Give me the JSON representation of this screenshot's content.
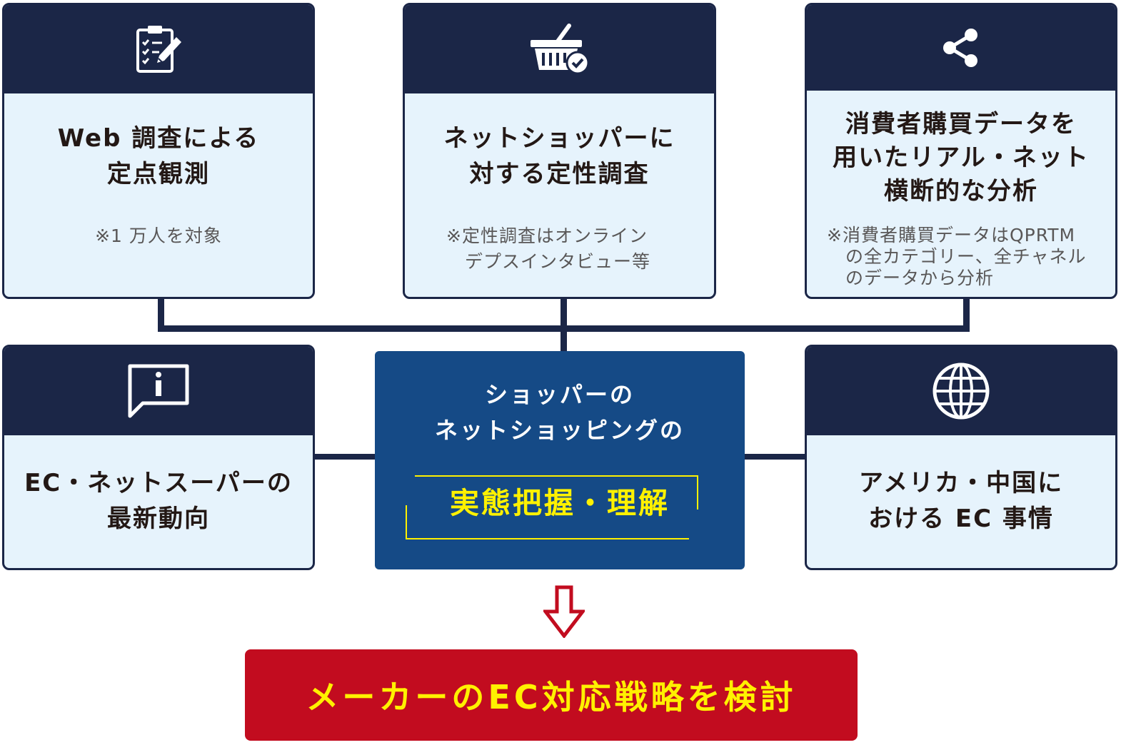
{
  "colors": {
    "navy": "#1b2647",
    "card_bg": "#e6f3fc",
    "center_bg": "#154a86",
    "highlight_yellow": "#fff100",
    "result_red": "#c20c1f"
  },
  "cards": {
    "web_survey": {
      "icon": "clipboard-checklist-icon",
      "title": "Web 調査による\n定点観測",
      "note": "※1 万人を対象"
    },
    "net_shopper": {
      "icon": "shopping-basket-check-icon",
      "title": "ネットショッパーに\n対する定性調査",
      "note": "※定性調査はオンライン\n　デプスインタビュー等"
    },
    "purchase_data": {
      "icon": "share-icon",
      "title": "消費者購買データを\n用いたリアル・ネット\n横断的な分析",
      "note": "※消費者購買データはQPRTM\n　の全カテゴリー、全チャネル\n　のデータから分析"
    },
    "ec_trends": {
      "icon": "info-speech-bubble-icon",
      "title": "EC・ネットスーパーの\n最新動向"
    },
    "global": {
      "icon": "globe-icon",
      "title": "アメリカ・中国に\nおける EC 事情"
    }
  },
  "center": {
    "subtitle": "ショッパーの\nネットショッピングの",
    "highlight": "実態把握・理解"
  },
  "arrow_icon": "down-arrow-icon",
  "result": {
    "label": "メーカーのEC対応戦略を検討"
  }
}
